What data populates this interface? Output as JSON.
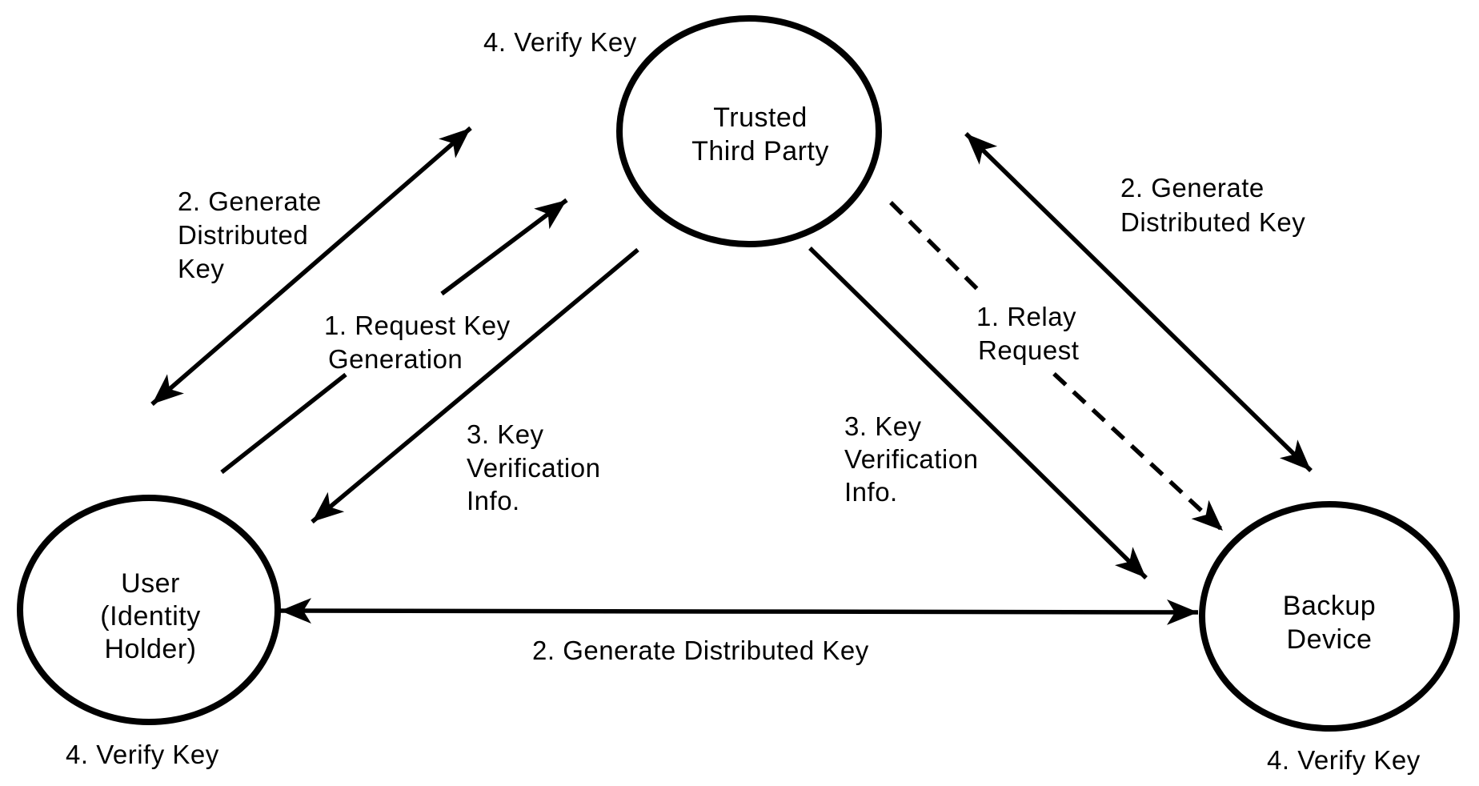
{
  "colors": {
    "background": "#ffffff",
    "ink": "#000000"
  },
  "nodes": {
    "trusted_third_party": {
      "lines": [
        "Trusted",
        "Third Party"
      ],
      "annotation": "4. Verify Key"
    },
    "user": {
      "lines": [
        "User",
        "(Identity",
        "Holder)"
      ],
      "annotation": "4. Verify Key"
    },
    "backup_device": {
      "lines": [
        "Backup",
        "Device"
      ],
      "annotation": "4. Verify Key"
    }
  },
  "edges": {
    "user_ttp_generate_key": {
      "style": "solid",
      "arrows": "both",
      "label_lines": [
        "2. Generate",
        "Distributed",
        "Key"
      ]
    },
    "user_ttp_request_key": {
      "style": "solid",
      "arrows": "end",
      "label_lines": [
        "1. Request Key",
        "Generation"
      ]
    },
    "ttp_user_key_verification": {
      "style": "solid",
      "arrows": "end",
      "label_lines": [
        "3. Key",
        "Verification",
        "Info."
      ]
    },
    "ttp_backup_key_verification": {
      "style": "solid",
      "arrows": "end",
      "label_lines": [
        "3. Key",
        "Verification",
        "Info."
      ]
    },
    "ttp_backup_relay_request": {
      "style": "dashed",
      "arrows": "end",
      "label_lines": [
        "1. Relay",
        "Request"
      ]
    },
    "backup_ttp_generate_key": {
      "style": "solid",
      "arrows": "both",
      "label_lines": [
        "2. Generate",
        "Distributed Key"
      ]
    },
    "user_backup_generate_key": {
      "style": "solid",
      "arrows": "both",
      "label_lines": [
        "2. Generate Distributed Key"
      ]
    }
  }
}
